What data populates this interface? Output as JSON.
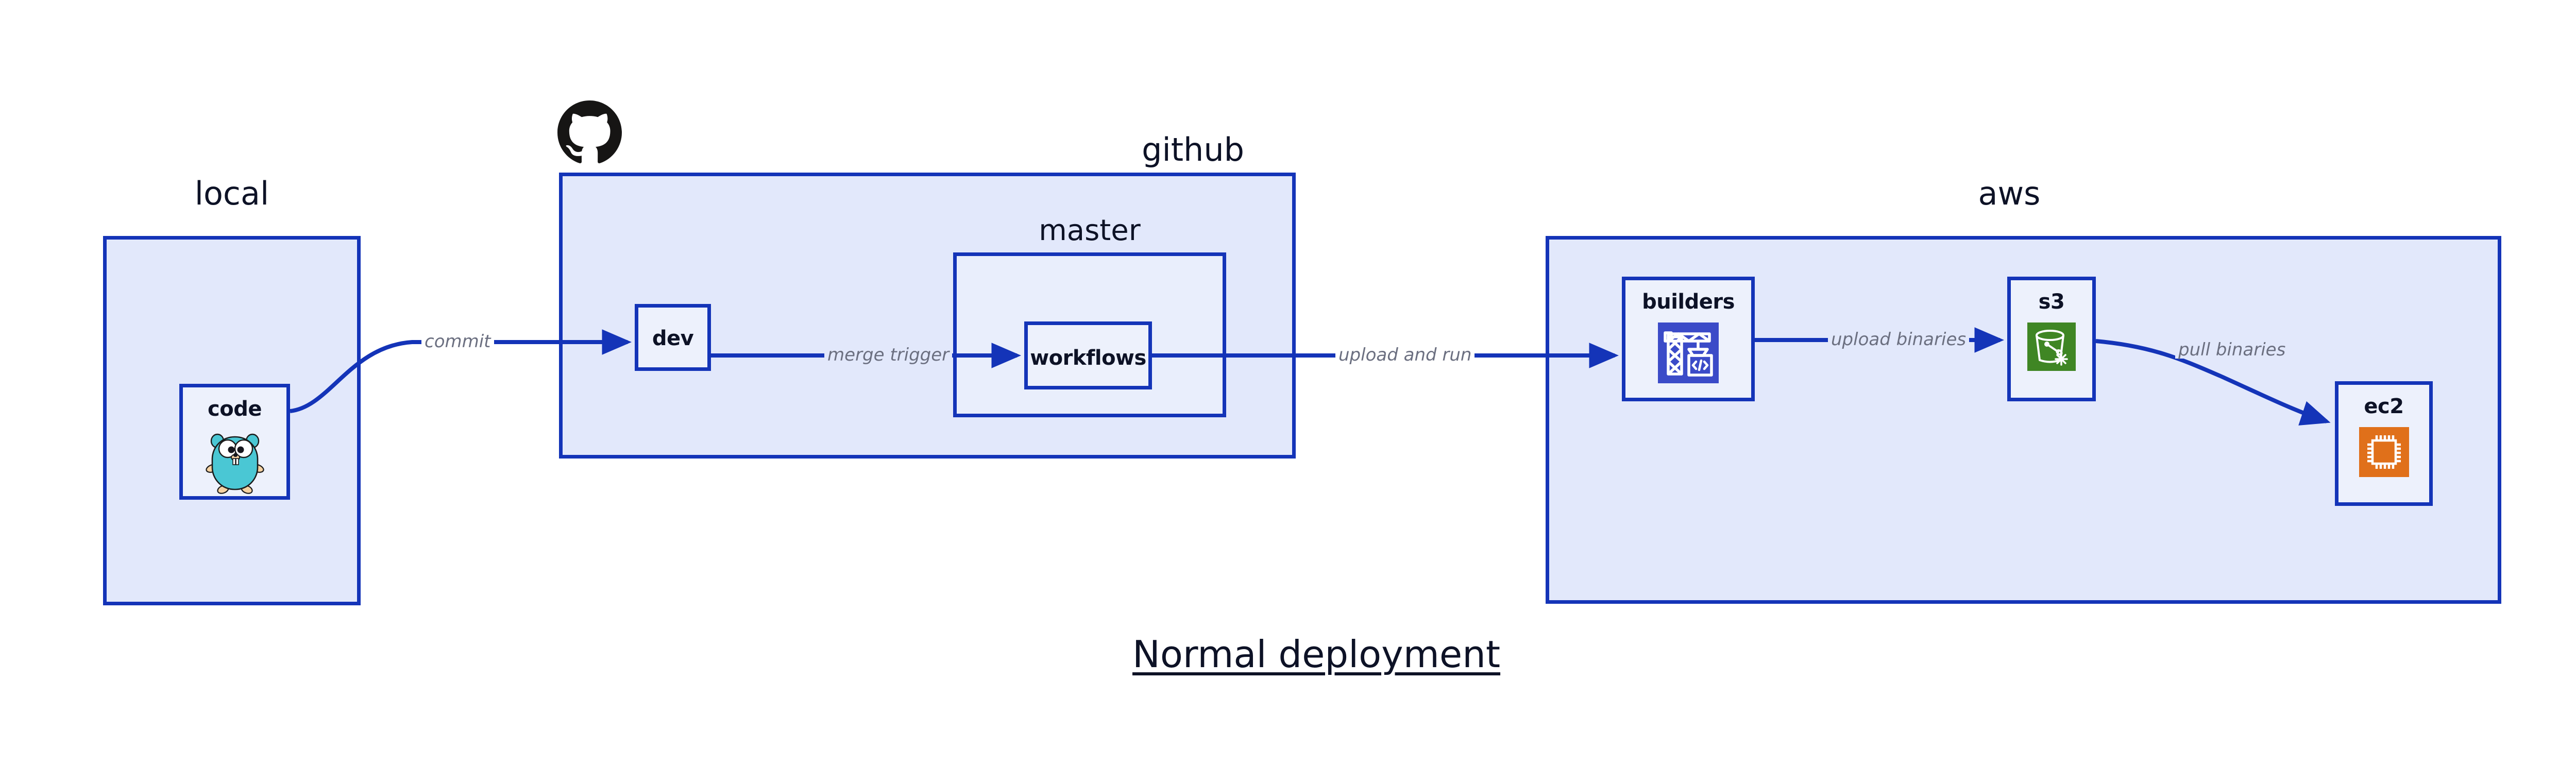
{
  "diagram": {
    "title": "Normal deployment",
    "type": "deployment-flow-diagram"
  },
  "colors": {
    "border": "#1434B8",
    "group_fill": "#E2E8FB",
    "subgroup_fill": "#E9EEFC",
    "node_fill": "#EDF1FC",
    "edge_label": "#6B6F80",
    "text": "#0D1226",
    "gopher_cyan": "#4AC7D4",
    "builders_indigo": "#3B4BC8",
    "s3_green": "#3F8624",
    "ec2_orange": "#E0701A",
    "github_black": "#161514"
  },
  "groups": [
    {
      "id": "local",
      "label": "local",
      "label_align": "center"
    },
    {
      "id": "github",
      "label": "github",
      "label_align": "right"
    },
    {
      "id": "aws",
      "label": "aws",
      "label_align": "right"
    }
  ],
  "subgroups": [
    {
      "id": "master",
      "label": "master",
      "parent": "github"
    }
  ],
  "nodes": [
    {
      "id": "code",
      "label": "code",
      "icon": "go-gopher-icon",
      "parent": "local"
    },
    {
      "id": "dev",
      "label": "dev",
      "icon": "none",
      "parent": "github"
    },
    {
      "id": "workflows",
      "label": "workflows",
      "icon": "none",
      "parent": "master"
    },
    {
      "id": "builders",
      "label": "builders",
      "icon": "crane-code-icon",
      "parent": "aws"
    },
    {
      "id": "s3",
      "label": "s3",
      "icon": "s3-bucket-icon",
      "parent": "aws"
    },
    {
      "id": "ec2",
      "label": "ec2",
      "icon": "cpu-chip-icon",
      "parent": "aws"
    }
  ],
  "edges": [
    {
      "id": "commit",
      "from": "code",
      "to": "dev",
      "label": "commit"
    },
    {
      "id": "merge-trigger",
      "from": "dev",
      "to": "workflows",
      "label": "merge trigger"
    },
    {
      "id": "upload-and-run",
      "from": "workflows",
      "to": "builders",
      "label": "upload and run"
    },
    {
      "id": "upload-binaries",
      "from": "builders",
      "to": "s3",
      "label": "upload binaries"
    },
    {
      "id": "pull-binaries",
      "from": "s3",
      "to": "ec2",
      "label": "pull binaries"
    }
  ],
  "logos": [
    {
      "id": "github-logo",
      "icon": "github-octocat-icon",
      "attached_to": "github"
    }
  ]
}
